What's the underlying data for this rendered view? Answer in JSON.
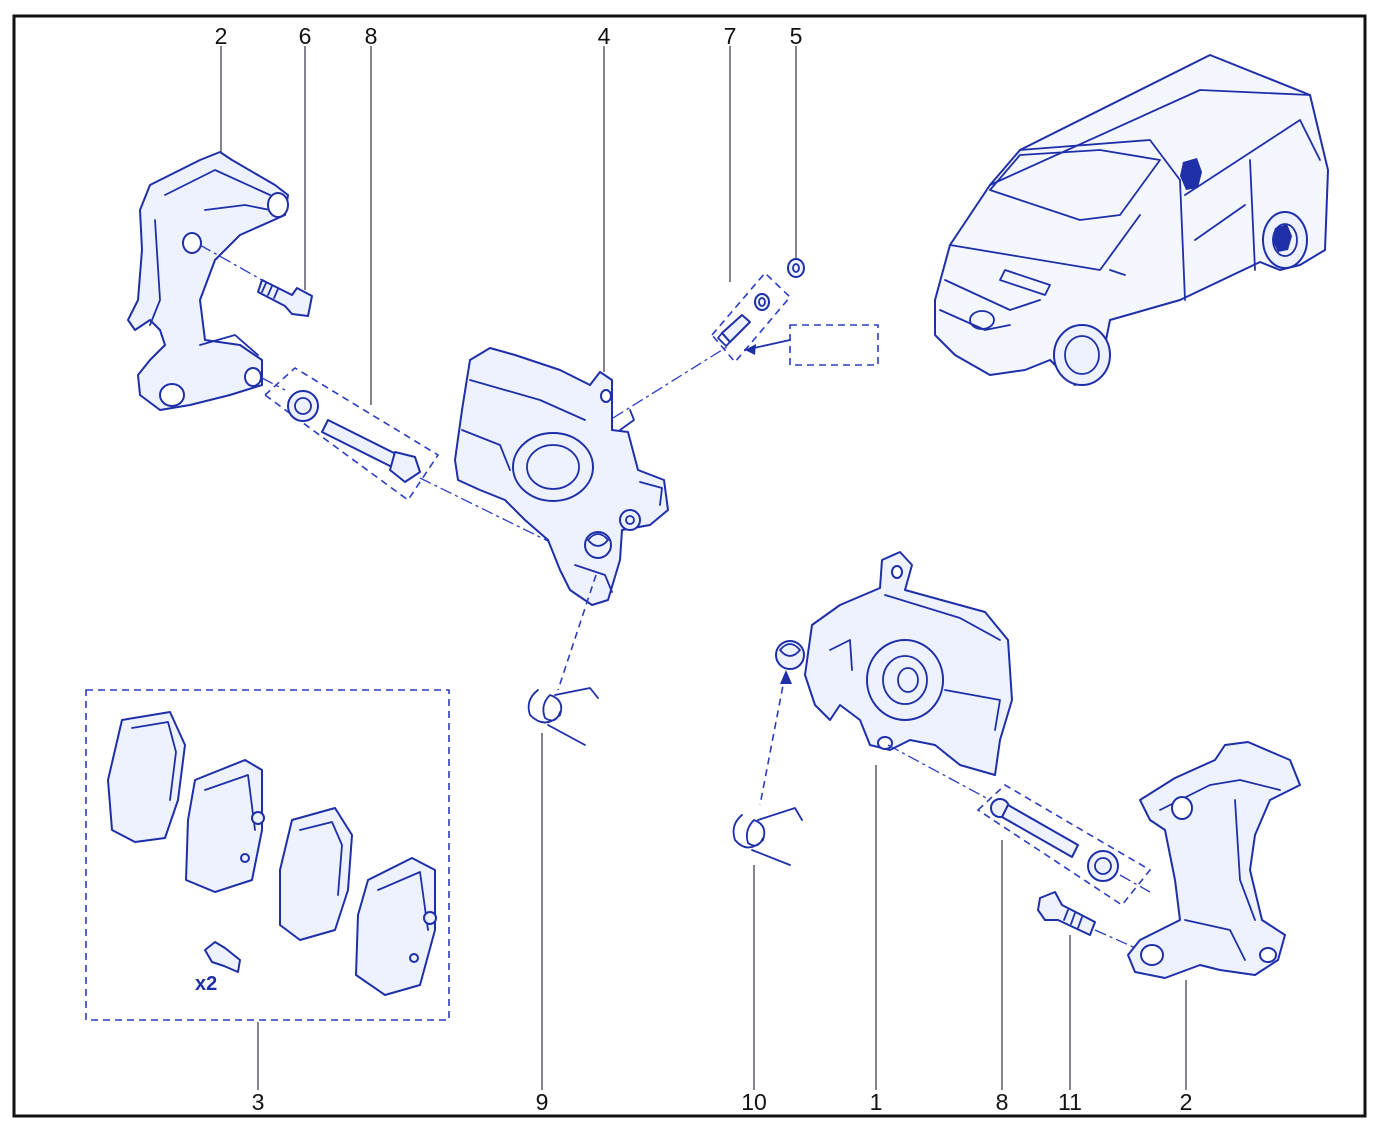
{
  "figure": {
    "callouts": {
      "c2_top": "2",
      "c6": "6",
      "c8_top": "8",
      "c4": "4",
      "c7": "7",
      "c5": "5",
      "c3": "3",
      "c9": "9",
      "c10": "10",
      "c1": "1",
      "c8_bottom": "8",
      "c11": "11",
      "c2_bottom": "2"
    },
    "pad_kit_quantity": "x2"
  },
  "colors": {
    "line_art": "#1e2fa8",
    "part_fill": "#eef2ff",
    "frame": "#111111"
  }
}
